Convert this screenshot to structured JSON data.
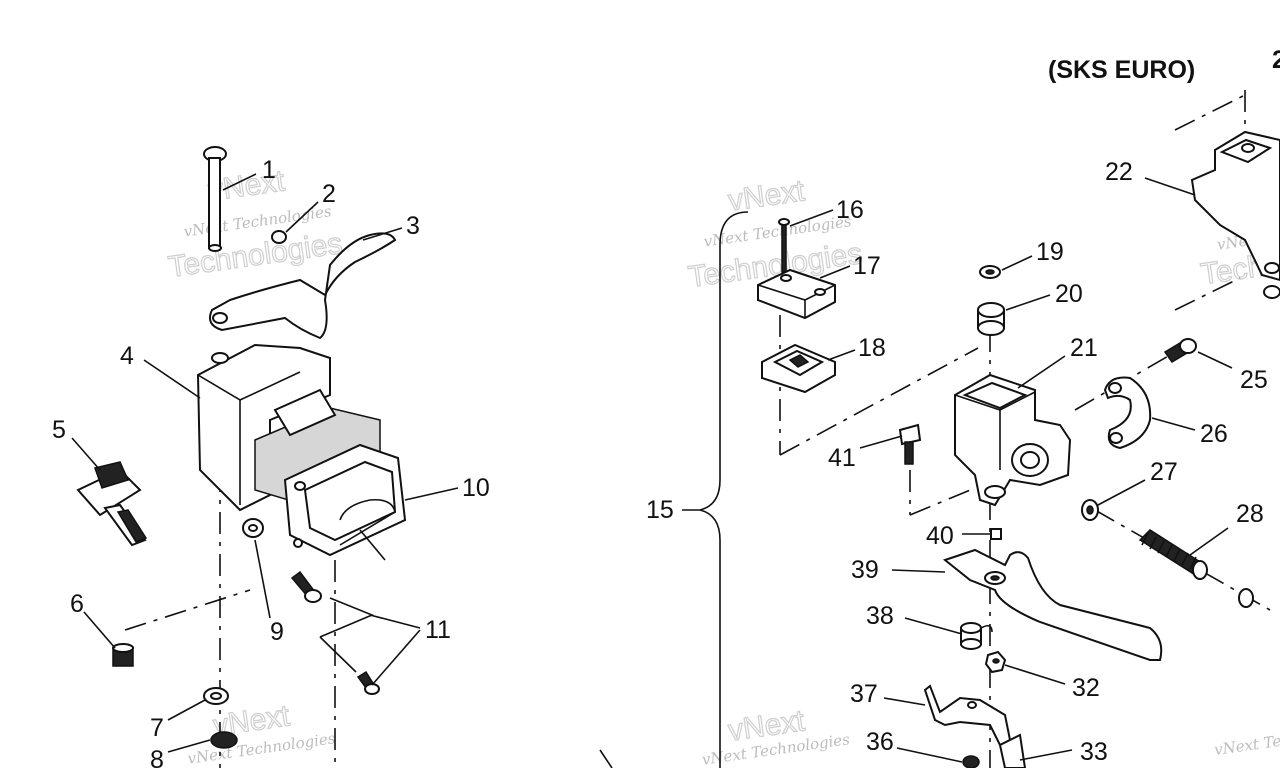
{
  "header": {
    "variant": "(SKS EURO)"
  },
  "callouts": [
    {
      "id": "c1",
      "label": "1"
    },
    {
      "id": "c2",
      "label": "2"
    },
    {
      "id": "c3",
      "label": "3"
    },
    {
      "id": "c4",
      "label": "4"
    },
    {
      "id": "c5",
      "label": "5"
    },
    {
      "id": "c6",
      "label": "6"
    },
    {
      "id": "c7",
      "label": "7"
    },
    {
      "id": "c8",
      "label": "8"
    },
    {
      "id": "c9",
      "label": "9"
    },
    {
      "id": "c10",
      "label": "10"
    },
    {
      "id": "c11",
      "label": "11"
    },
    {
      "id": "c15",
      "label": "15"
    },
    {
      "id": "c16",
      "label": "16"
    },
    {
      "id": "c17",
      "label": "17"
    },
    {
      "id": "c18",
      "label": "18"
    },
    {
      "id": "c19",
      "label": "19"
    },
    {
      "id": "c20",
      "label": "20"
    },
    {
      "id": "c21",
      "label": "21"
    },
    {
      "id": "c22",
      "label": "22"
    },
    {
      "id": "c25",
      "label": "25"
    },
    {
      "id": "c26",
      "label": "26"
    },
    {
      "id": "c27",
      "label": "27"
    },
    {
      "id": "c28",
      "label": "28"
    },
    {
      "id": "c32",
      "label": "32"
    },
    {
      "id": "c33",
      "label": "33"
    },
    {
      "id": "c36",
      "label": "36"
    },
    {
      "id": "c37",
      "label": "37"
    },
    {
      "id": "c38",
      "label": "38"
    },
    {
      "id": "c39",
      "label": "39"
    },
    {
      "id": "c40",
      "label": "40"
    },
    {
      "id": "c41",
      "label": "41"
    }
  ],
  "watermark": {
    "line1": "vNext Technologies",
    "line2": "Technologies",
    "brand": "vNext"
  }
}
